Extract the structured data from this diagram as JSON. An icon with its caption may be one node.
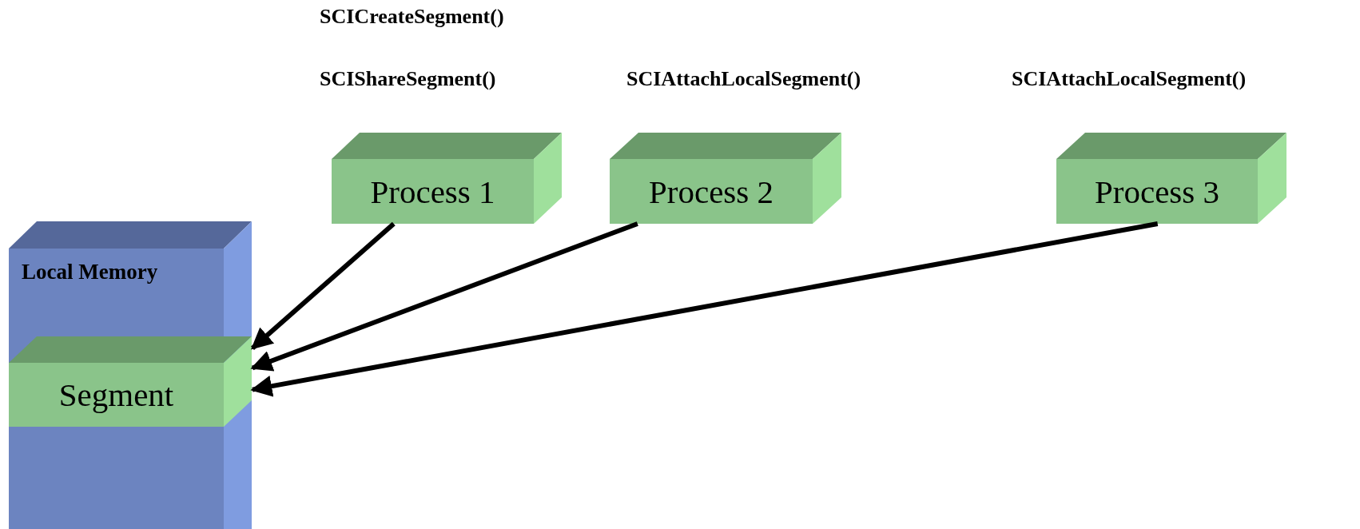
{
  "diagram": {
    "nodes": [
      {
        "text": [
          "Local Memory"
        ]
      },
      {
        "text": [
          "Segment"
        ],
        "in": 0
      },
      {
        "text": [
          "Process 1"
        ],
        "beside": [
          "SCICreateSegment()",
          "SCIShareSegment()"
        ]
      },
      {
        "text": [
          "Process 2"
        ],
        "beside": [
          "SCIAttachLocalSegment()"
        ]
      },
      {
        "text": [
          "Process 3"
        ],
        "beside": [
          "SCIAttachLocalSegment()"
        ]
      }
    ],
    "edges": [
      {
        "from": 2,
        "to": 1,
        "arrow": "to"
      },
      {
        "from": 3,
        "to": 1,
        "arrow": "to"
      },
      {
        "from": 4,
        "to": 1,
        "arrow": "to"
      }
    ]
  }
}
